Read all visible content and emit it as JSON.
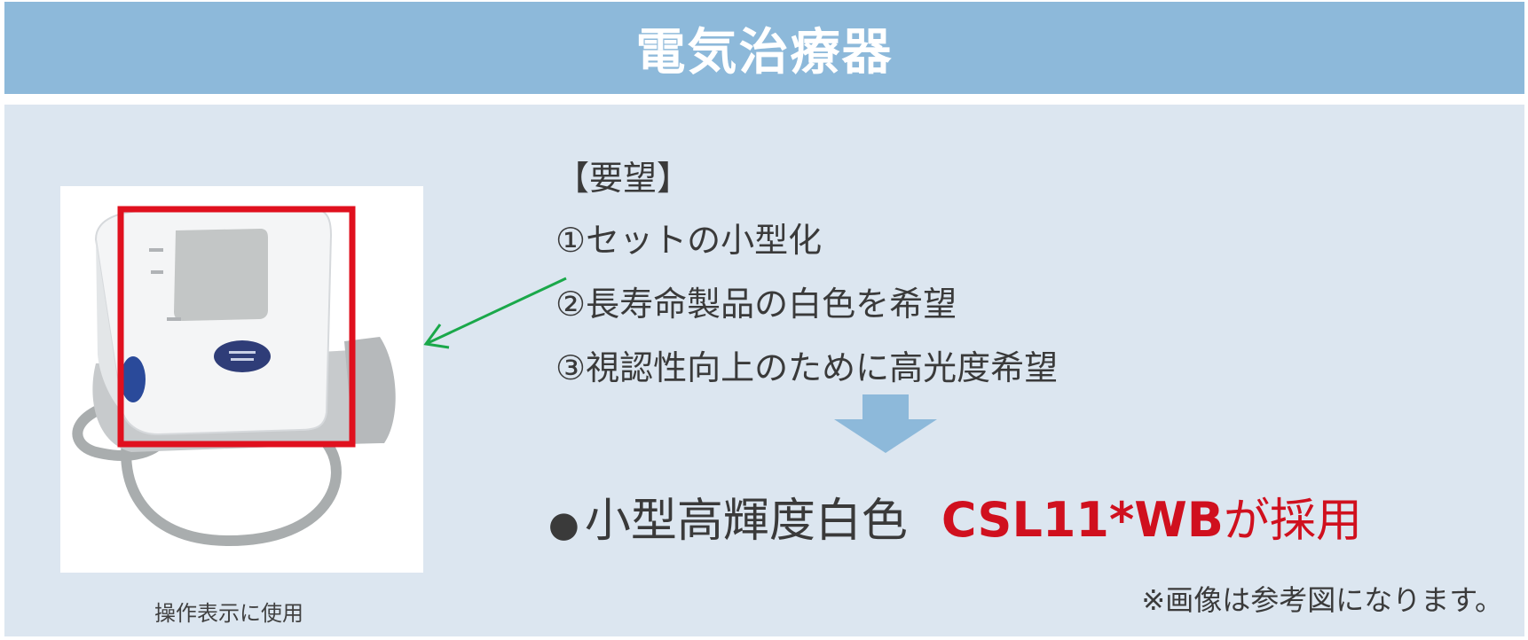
{
  "header": {
    "title": "電気治療器"
  },
  "photo": {
    "caption": "操作表示に使用",
    "icon": "blood-pressure-monitor-image",
    "highlight_color": "#e0101e"
  },
  "requests": {
    "heading": "【要望】",
    "items": [
      "①セットの小型化",
      "②長寿命製品の白色を希望",
      "③視認性向上のために高光度希望"
    ]
  },
  "result": {
    "bullet": "●",
    "label": "小型高輝度白色",
    "model": "CSL11*WB",
    "suffix": "が採用"
  },
  "note": "※画像は参考図になります。",
  "colors": {
    "header_bg": "#8db9da",
    "panel_bg": "#dce6f0",
    "accent_red": "#d0101e",
    "pointer_green": "#1aa84a",
    "arrow_blue": "#8db9da"
  }
}
